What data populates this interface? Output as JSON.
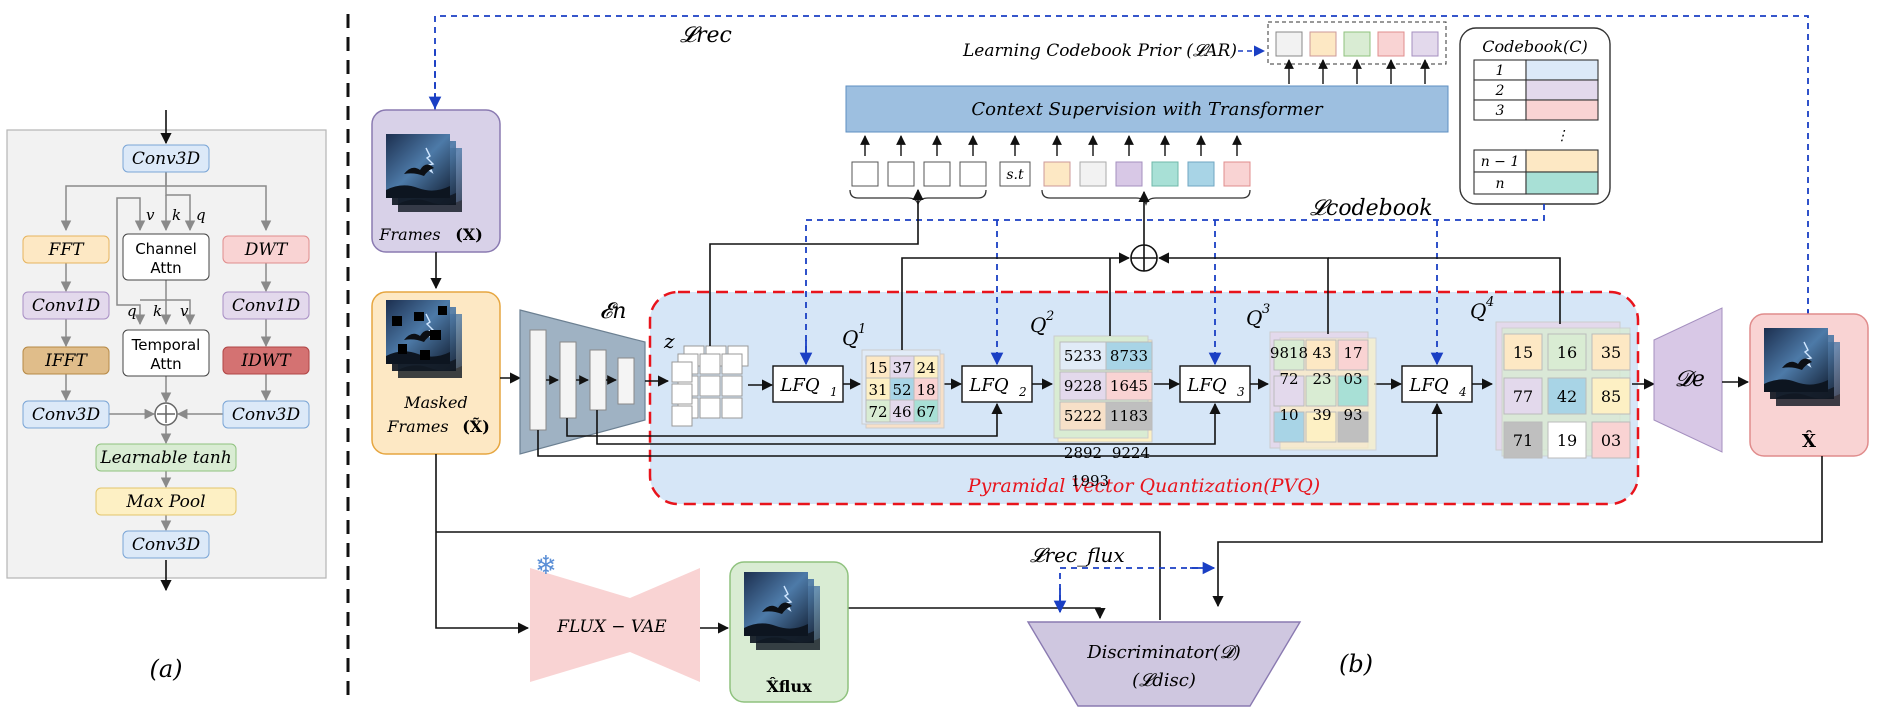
{
  "panel_a": {
    "label": "(a)",
    "blocks": {
      "conv3d_top": "Conv3D",
      "fft": "FFT",
      "conv1d_left": "Conv1D",
      "ifft": "IFFT",
      "conv3d_left": "Conv3D",
      "dwt": "DWT",
      "conv1d_right": "Conv1D",
      "idwt": "IDWT",
      "conv3d_right": "Conv3D",
      "channel_attn_1": "Channel",
      "channel_attn_2": "Attn",
      "temporal_attn_1": "Temporal",
      "temporal_attn_2": "Attn",
      "learnable_tanh": "Learnable tanh",
      "max_pool": "Max Pool",
      "conv3d_bottom": "Conv3D"
    },
    "qkv": {
      "q": "q",
      "k": "k",
      "v": "v"
    }
  },
  "panel_b": {
    "label": "(b)",
    "frames": {
      "label": "Frames",
      "symbol": "(X)"
    },
    "masked_frames": {
      "line1": "Masked",
      "line2": "Frames",
      "symbol": "(X̃)"
    },
    "encoder": "𝓔n",
    "decoder": "𝓓e",
    "z": "z",
    "lfq": [
      "LFQ",
      "LFQ",
      "LFQ",
      "LFQ"
    ],
    "lfq_sub": [
      "1",
      "2",
      "3",
      "4"
    ],
    "q_labels": [
      "Q",
      "Q",
      "Q",
      "Q"
    ],
    "q_sup": [
      "1",
      "2",
      "3",
      "4"
    ],
    "q1_grid": [
      "15",
      "37",
      "24",
      "31",
      "52",
      "18",
      "72",
      "46",
      "67"
    ],
    "q2_grid": [
      "5233",
      "8733",
      "9228",
      "1645",
      "5222",
      "1183"
    ],
    "q2_extra": [
      "2892",
      "9224",
      "1993"
    ],
    "q3_grid": [
      "9818",
      "43",
      "17",
      "72",
      "23",
      "03",
      "10",
      "39",
      "93"
    ],
    "q4_grid": [
      "15",
      "16",
      "35",
      "77",
      "42",
      "85",
      "71",
      "19",
      "03"
    ],
    "pvq_label": "Pyramidal Vector Quantization(PVQ)",
    "transformer_label": "Context Supervision with Transformer",
    "st_label": "s.t",
    "codebook_prior_label": "Learning Codebook Prior (𝓛AR)",
    "codebook": {
      "title": "Codebook(C)",
      "rows": [
        "1",
        "2",
        "3",
        "⋮",
        "n − 1",
        "n"
      ]
    },
    "loss_rec": "𝓛rec",
    "loss_codebook": "𝓛codebook",
    "loss_rec_flux": "𝓛rec_flux",
    "flux_vae": "FLUX − VAE",
    "x_hat_flux": "X̂flux",
    "x_hat": "X̂",
    "discriminator": {
      "line1": "Discriminator(𝓓)",
      "line2": "(𝓛disc)"
    },
    "snowflake": "❄"
  },
  "colors": {
    "blue_block": "#dce9f8",
    "pink_block": "#f9d3d3",
    "orange_block": "#fde8c4",
    "purple_block": "#e3d9ec",
    "green_block": "#d9ecd3",
    "yellow_block": "#fdf0c4",
    "pvq_bg": "#d6e6f7",
    "pvq_border": "#e8141c",
    "transformer": "#9dbfe0",
    "dashed_blue": "#1a3fc4"
  }
}
